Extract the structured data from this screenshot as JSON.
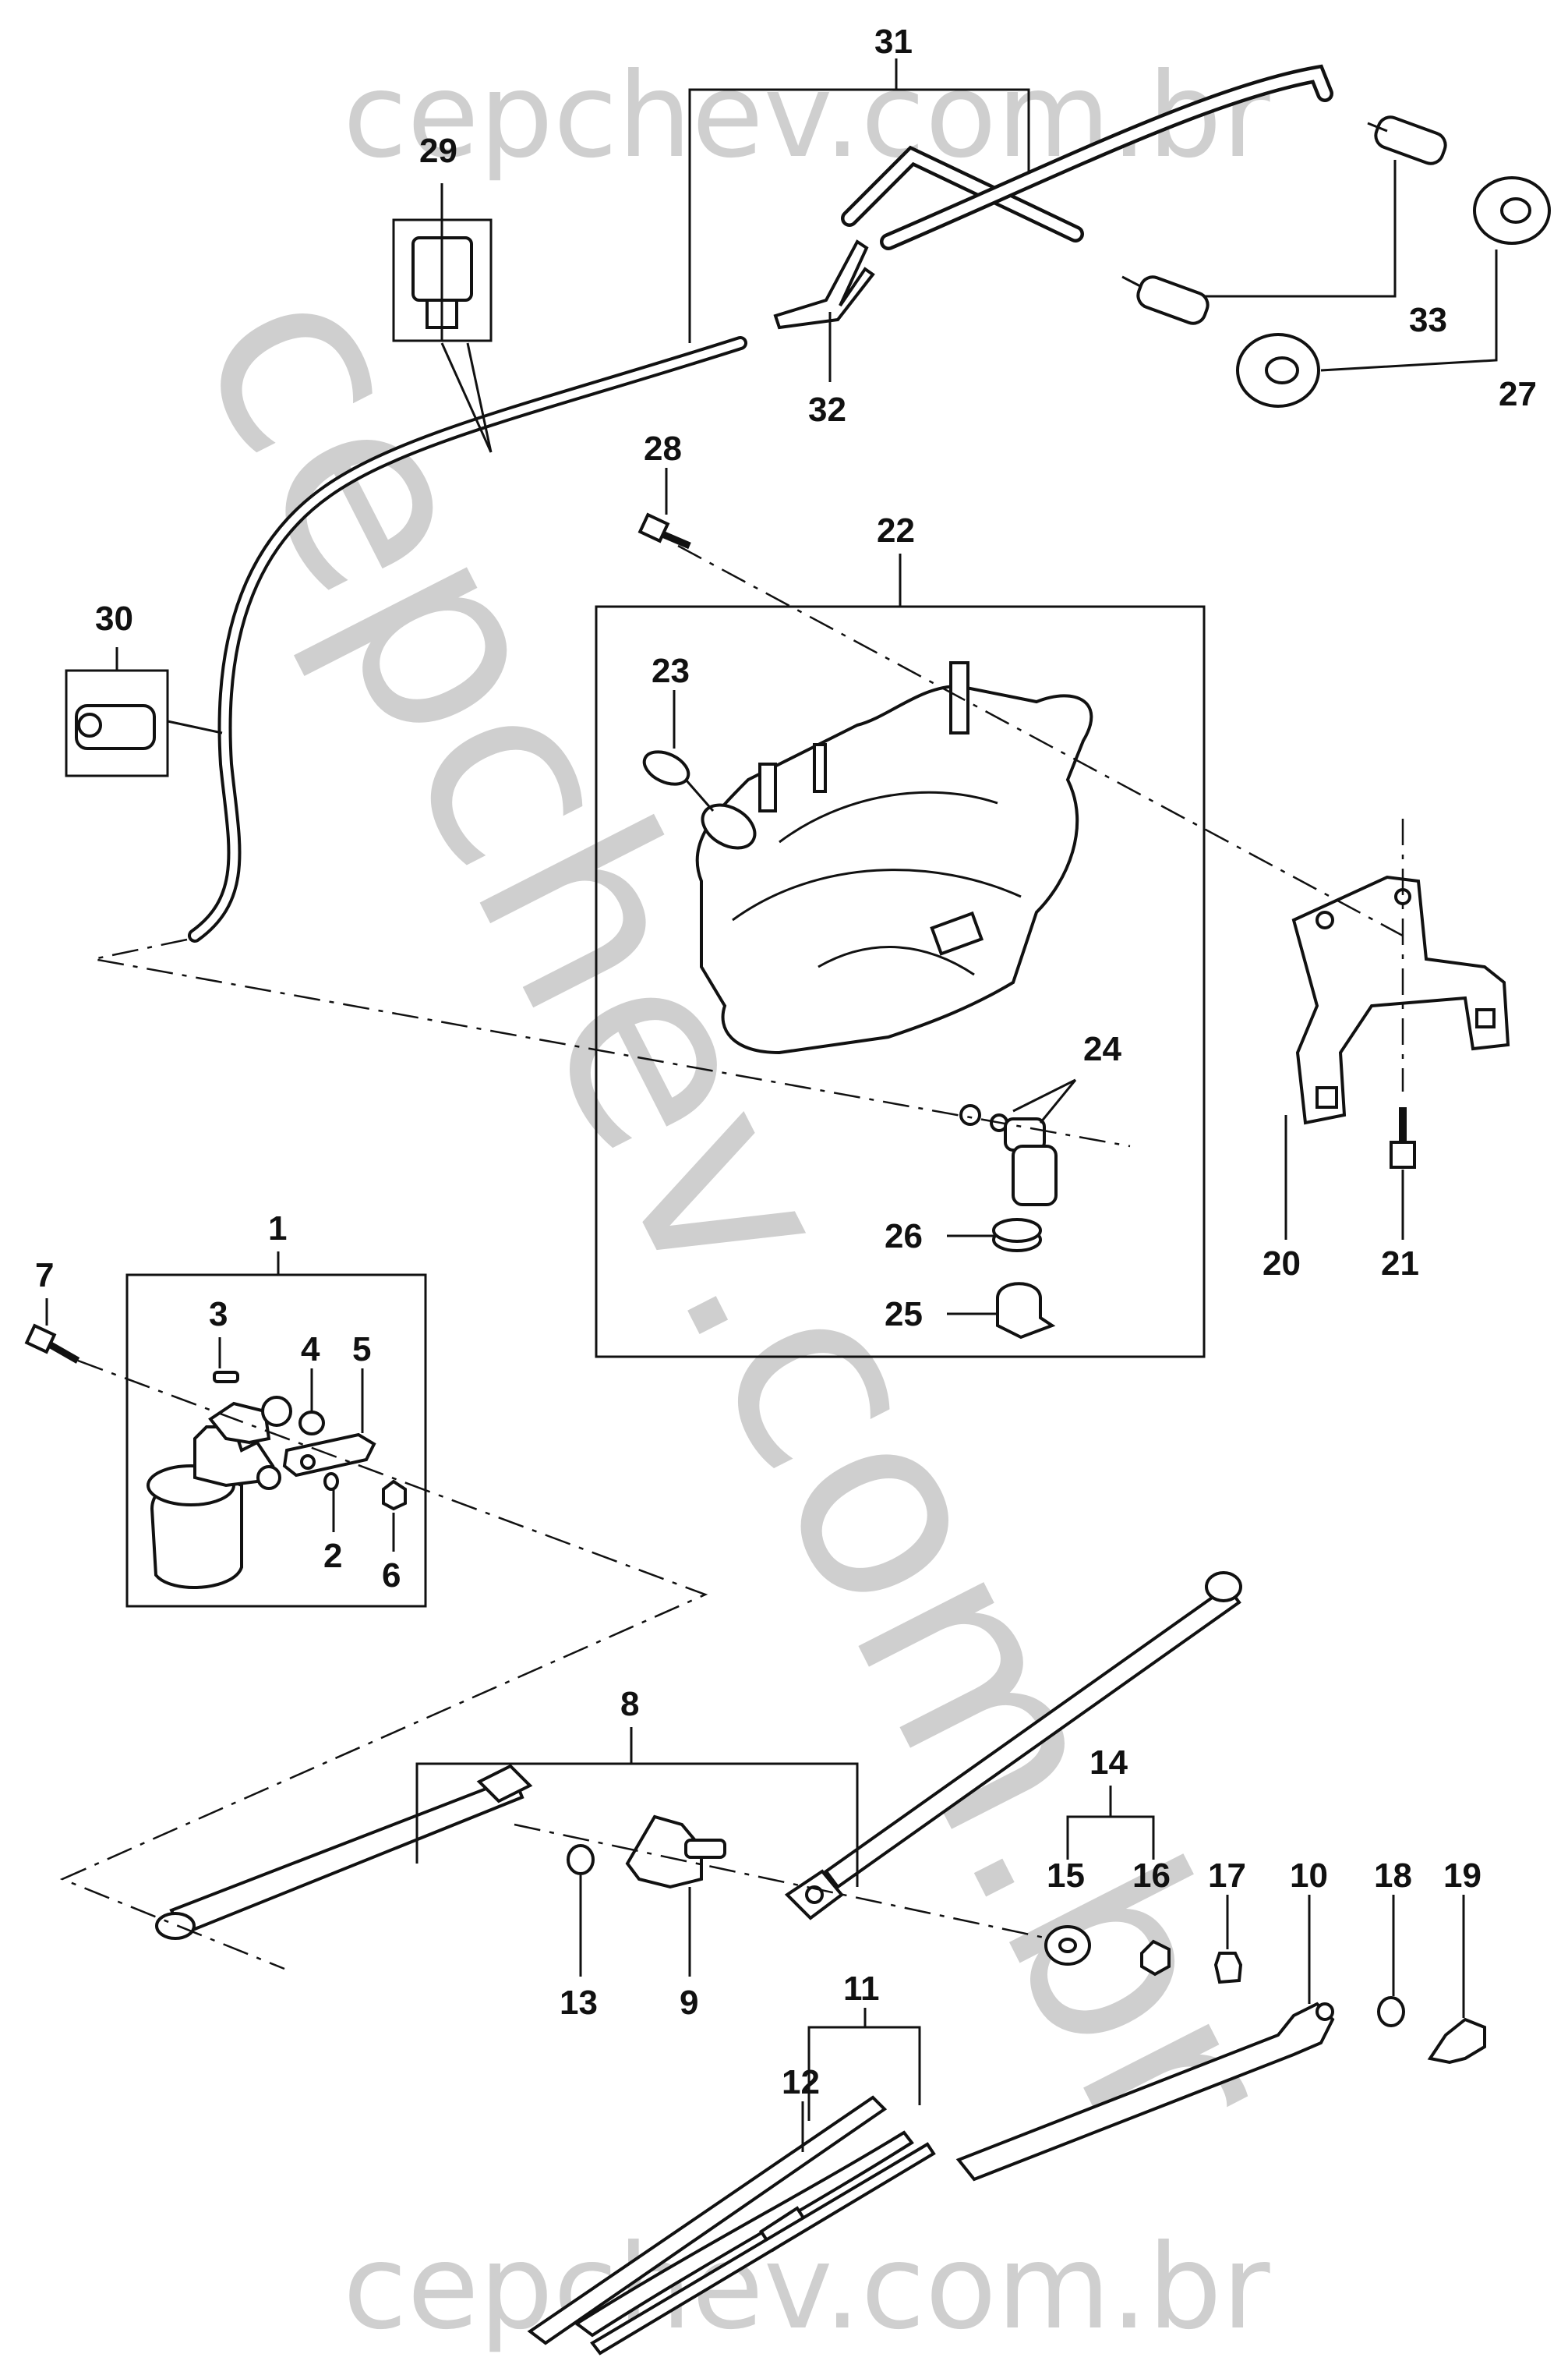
{
  "watermarks": {
    "top": "cepchev.com.br",
    "bottom": "cepchev.com.br",
    "diagonal": "cepchev.com.br"
  },
  "callouts": {
    "c1": "1",
    "c2": "2",
    "c3": "3",
    "c4": "4",
    "c5": "5",
    "c6": "6",
    "c7": "7",
    "c8": "8",
    "c9": "9",
    "c10": "10",
    "c11": "11",
    "c12": "12",
    "c13": "13",
    "c14": "14",
    "c15": "15",
    "c16": "16",
    "c17": "17",
    "c18": "18",
    "c19": "19",
    "c20": "20",
    "c21": "21",
    "c22": "22",
    "c23": "23",
    "c24": "24",
    "c25": "25",
    "c26": "26",
    "c27": "27",
    "c28": "28",
    "c29": "29",
    "c30": "30",
    "c31": "31",
    "c32": "32",
    "c33": "33"
  },
  "colors": {
    "ink": "#111111",
    "watermark": "#cfcfcf",
    "background": "#ffffff"
  }
}
